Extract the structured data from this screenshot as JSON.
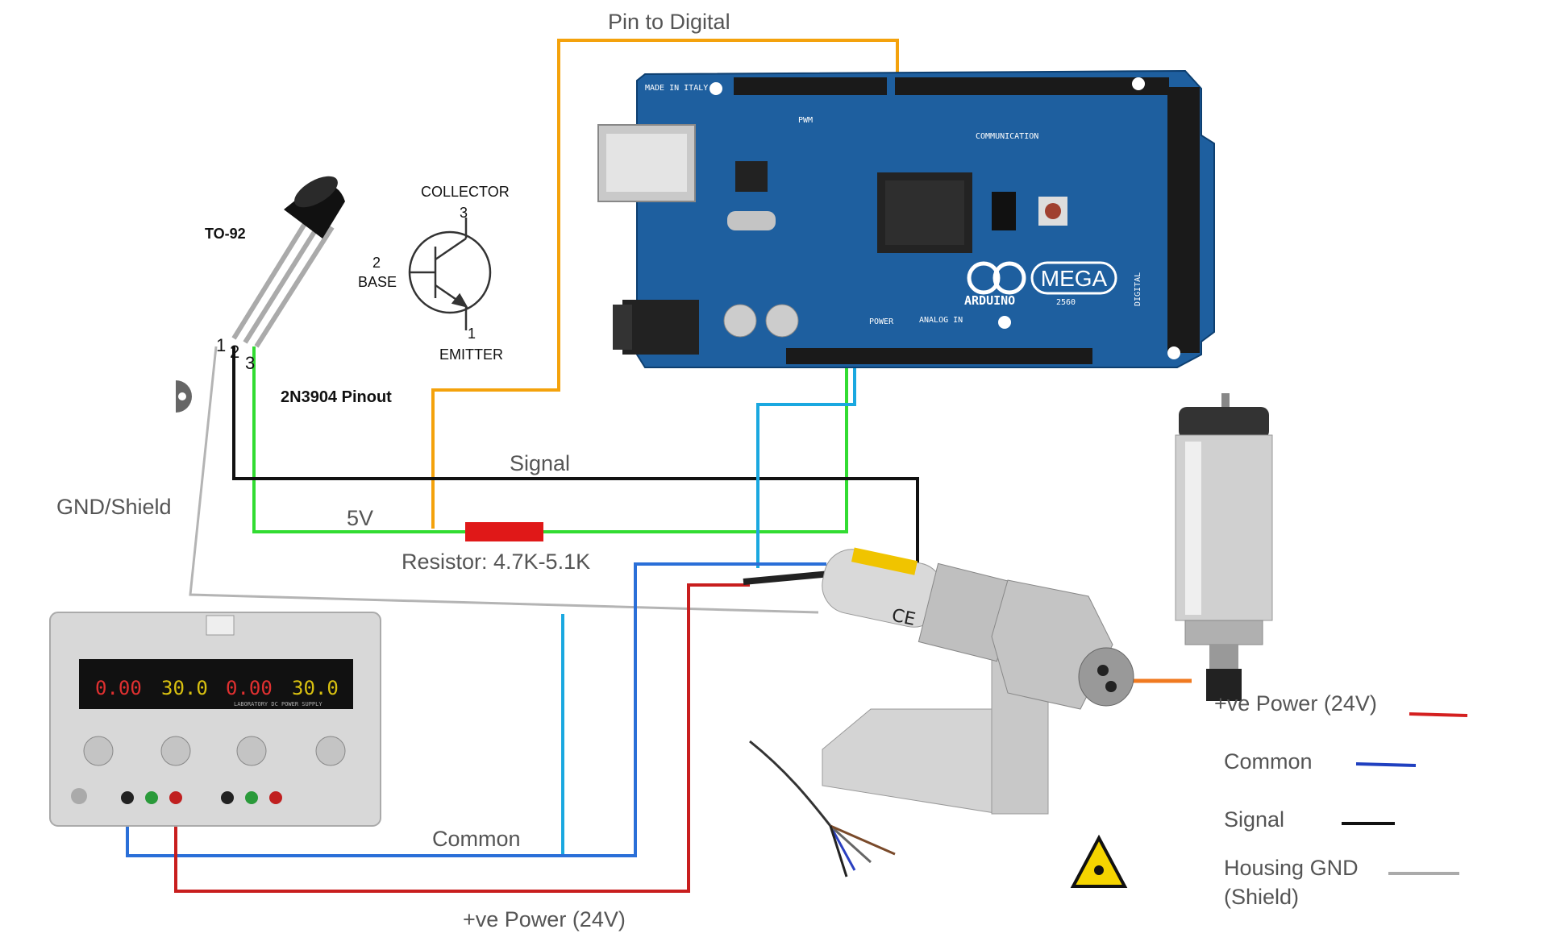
{
  "labels": {
    "pin_to_digital": "Pin to Digital",
    "collector": "COLLECTOR",
    "collector_num": "3",
    "base_num": "2",
    "base": "BASE",
    "emitter_num": "1",
    "emitter": "EMITTER",
    "to92": "TO-92",
    "pinout": "2N3904 Pinout",
    "pins": [
      "1",
      "2",
      "3"
    ],
    "signal": "Signal",
    "five_v": "5V",
    "gnd_shield": "GND/Shield",
    "resistor": "Resistor: 4.7K-5.1K",
    "common": "Common",
    "power_bottom": "+ve Power (24V)"
  },
  "arduino": {
    "made_in": "MADE IN ITALY",
    "mega": "MEGA",
    "brand": "ARDUINO",
    "model": "2560",
    "power": "POWER",
    "analog_in": "ANALOG IN",
    "communication": "COMMUNICATION",
    "pwm": "PWM",
    "digital": "DIGITAL"
  },
  "psu": {
    "readouts": [
      "0.00",
      "30.0",
      "0.00",
      "30.0"
    ],
    "caption": "LABORATORY DC POWER SUPPLY"
  },
  "legend": {
    "items": [
      {
        "label": "+ve Power (24V)",
        "color": "#d42020"
      },
      {
        "label": "Common",
        "color": "#2040c0"
      },
      {
        "label": "Signal",
        "color": "#111111"
      },
      {
        "label": "Housing GND",
        "label2": "(Shield)",
        "color": "#aaaaaa"
      }
    ]
  },
  "colors": {
    "orange_wire": "#f4a20c",
    "green_wire": "#32dc32",
    "black_wire": "#111111",
    "grey_wire": "#b4b4b4",
    "cyan_wire": "#1aa8e0",
    "blue_wire": "#2a6fd8",
    "red_wire": "#c81e1e",
    "resistor": "#e01818",
    "board": "#1e5f9f"
  }
}
